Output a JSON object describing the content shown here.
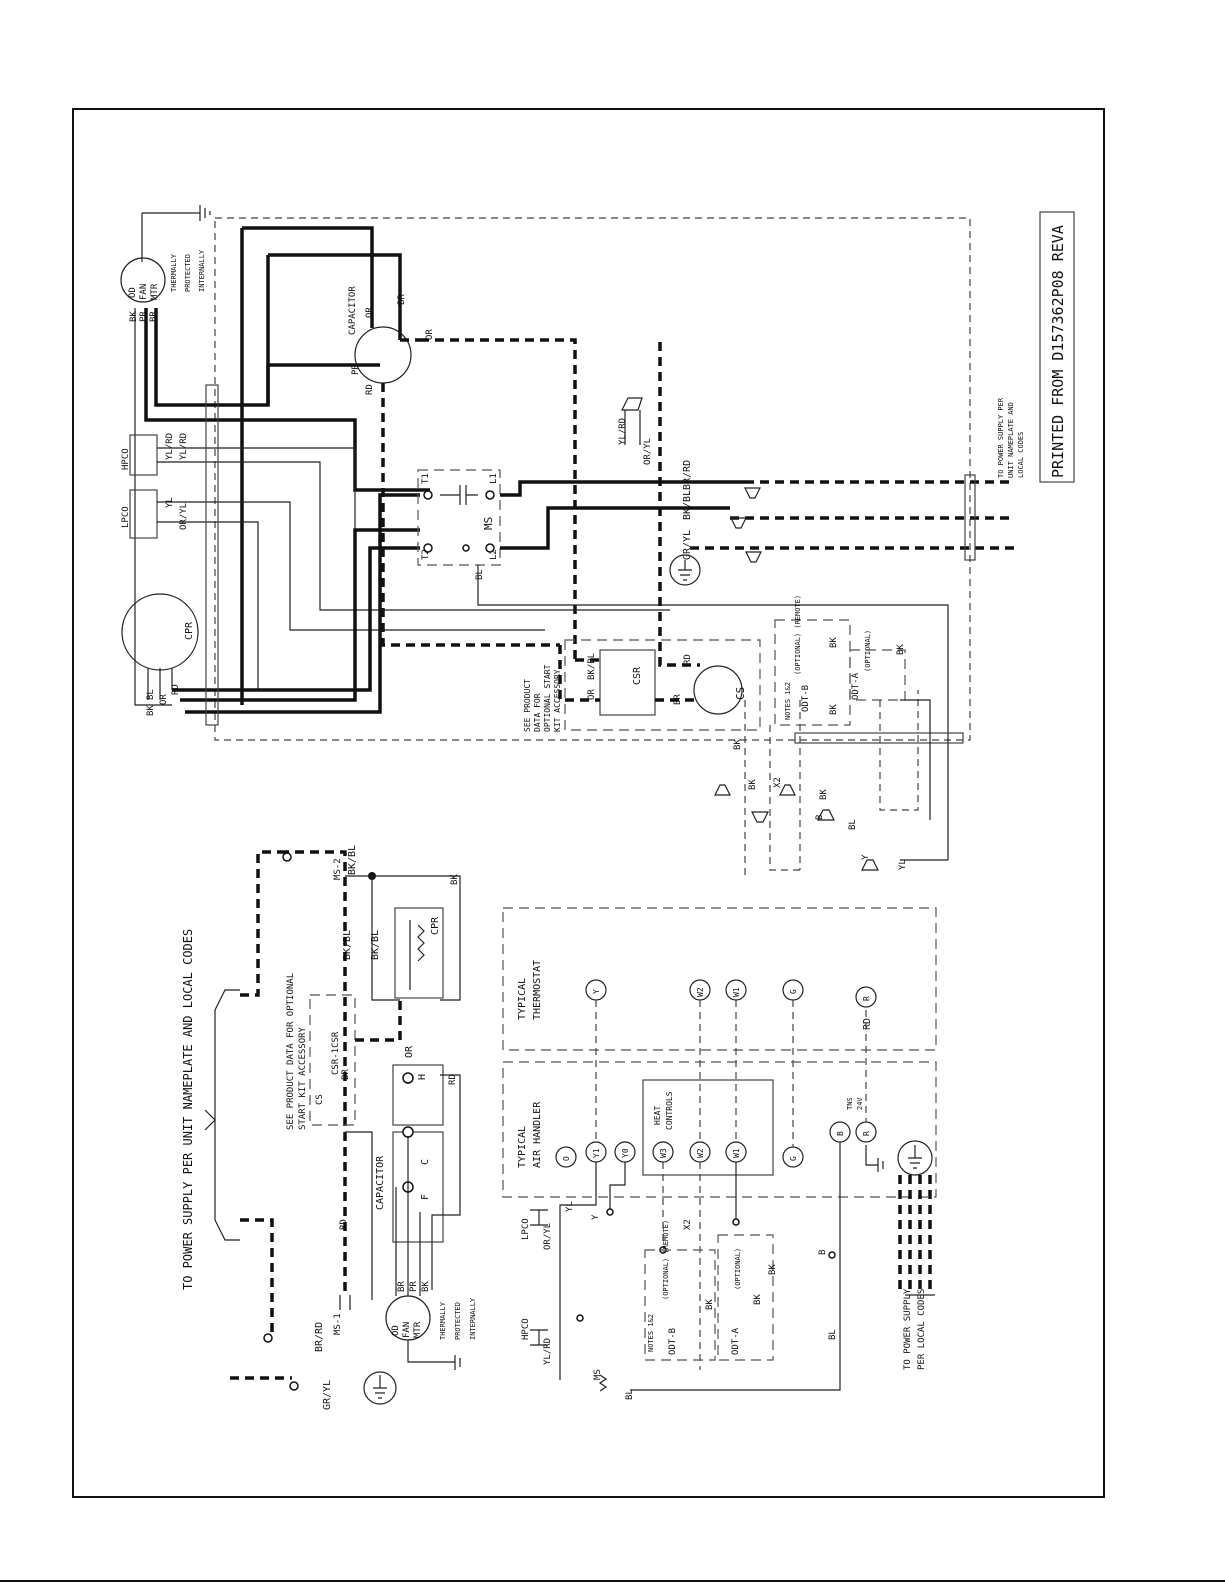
{
  "stamp": "PRINTED FROM D157362P08 REVA",
  "upper_diagram": {
    "fan_motor": {
      "labels": [
        "OD",
        "FAN",
        "MTR"
      ],
      "note": [
        "THERMALLY",
        "PROTECTED",
        "INTERNALLY"
      ],
      "wires": [
        "BK",
        "PR",
        "BR"
      ]
    },
    "capacitor": {
      "label": "CAPACITOR",
      "wires": [
        "PR",
        "OR",
        "BR",
        "RD",
        "OR"
      ]
    },
    "switches": {
      "hpco": "HPCO",
      "lpco": "LPCO",
      "yl_rd": "YL/RD",
      "yl": "YL",
      "or_yl": "OR/YL"
    },
    "compressor": {
      "label": "CPR",
      "wires": [
        "BK",
        "BL",
        "OR",
        "RD"
      ]
    },
    "contactor": {
      "label": "MS",
      "terminals": [
        "T1",
        "T2",
        "L1",
        "L2"
      ],
      "wire": "BL"
    },
    "line_labels": [
      "BR/RD",
      "BK/BL",
      "GR/YL"
    ],
    "power_note": [
      "TO POWER SUPPLY PER",
      "UNIT NAMEPLATE AND",
      "LOCAL CODES"
    ],
    "start_kit": {
      "note": [
        "SEE PRODUCT",
        "DATA FOR",
        "OPTIONAL START",
        "KIT ACCESSORY"
      ],
      "csr": "CSR",
      "cs": "CS",
      "wires": [
        "BK/BL",
        "OR",
        "BR",
        "RD"
      ]
    },
    "odt": {
      "notes": "NOTES 1&2",
      "odt_b": "ODT-B",
      "odt_a": "ODT-A",
      "optional_remote": "(OPTIONAL) (REMOTE)",
      "optional": "(OPTIONAL)",
      "bk": "BK"
    },
    "field_labels": [
      "BK",
      "BK",
      "X2",
      "BK",
      "BL",
      "YL",
      "Y",
      "B"
    ],
    "plug_labels": [
      "YL/RD",
      "OR/YL"
    ]
  },
  "lower_diagram": {
    "power_note": "TO POWER SUPPLY PER UNIT NAMEPLATE AND LOCAL CODES",
    "start_note": [
      "SEE PRODUCT DATA FOR OPTIONAL",
      "START KIT ACCESSORY"
    ],
    "labels": {
      "bk_bl_top": "BK/BL",
      "ms2": "MS-2",
      "bk": "BK",
      "bk_bl_a": "BK/BL",
      "bk_bl_b": "BK/BL",
      "cpr": "CPR",
      "csr": "CSR-1CSR",
      "cs": "CS",
      "br": "BR",
      "or": "OR",
      "h": "H",
      "rd": "RD",
      "capacitor": "CAPACITOR",
      "c": "C",
      "f": "F",
      "ms1": "MS-1",
      "rd2": "RD",
      "br_rd": "BR/RD",
      "gr_yl": "GR/YL"
    },
    "fan_motor": {
      "labels": [
        "OD",
        "FAN",
        "MTR"
      ],
      "wires": [
        "BR",
        "PR",
        "BK"
      ],
      "note": [
        "THERMALLY",
        "PROTECTED",
        "INTERNALLY"
      ]
    },
    "thermostat": {
      "title": [
        "TYPICAL",
        "THERMOSTAT"
      ],
      "terminals": [
        "Y",
        "W2",
        "W1",
        "G",
        "R"
      ],
      "rd": "RD"
    },
    "air_handler": {
      "title": [
        "TYPICAL",
        "AIR HANDLER"
      ],
      "terminals": [
        "O",
        "Y1",
        "Y0",
        "W3",
        "W2",
        "W1",
        "G",
        "B",
        "R"
      ],
      "heat": [
        "HEAT",
        "CONTROLS"
      ],
      "tns": [
        "TNS",
        "24V"
      ]
    },
    "controls": {
      "lpco": "LPCO",
      "or_yl": "OR/YL",
      "yl": "YL",
      "y": "Y",
      "x2": "X2",
      "hpco": "HPCO",
      "yl_rd": "YL/RD",
      "ms": "MS",
      "bl": "BL",
      "b": "B",
      "bl2": "BL",
      "notes": "NOTES 1&2",
      "odt_b": "ODT-B",
      "odt_a": "ODT-A",
      "opt_remote": "(OPTIONAL) (REMOTE)",
      "opt": "(OPTIONAL)",
      "bk": "BK",
      "power": [
        "TO POWER SUPPLY",
        "PER LOCAL CODES"
      ]
    }
  }
}
